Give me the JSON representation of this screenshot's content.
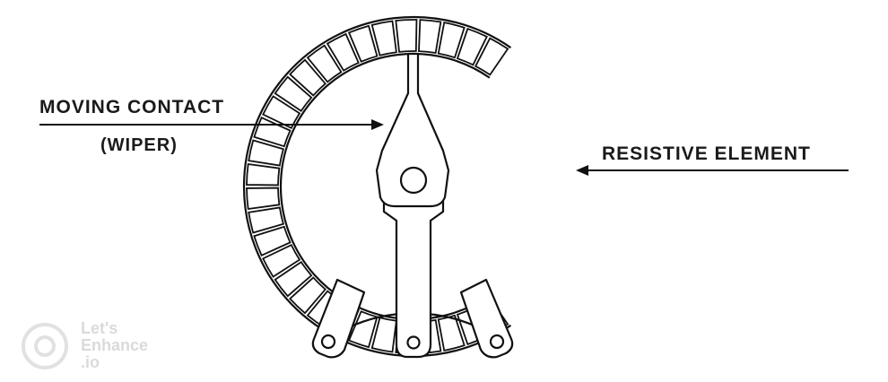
{
  "labels": {
    "wiper_line1": "MOVING CONTACT",
    "wiper_line2": "(WIPER)",
    "element": "RESISTIVE ELEMENT"
  },
  "watermark": {
    "line1": "Let's",
    "line2": "Enhance",
    "line3": ".io"
  },
  "colors": {
    "ink": "#111111",
    "background": "#ffffff",
    "watermark": "#d6d6d6"
  }
}
